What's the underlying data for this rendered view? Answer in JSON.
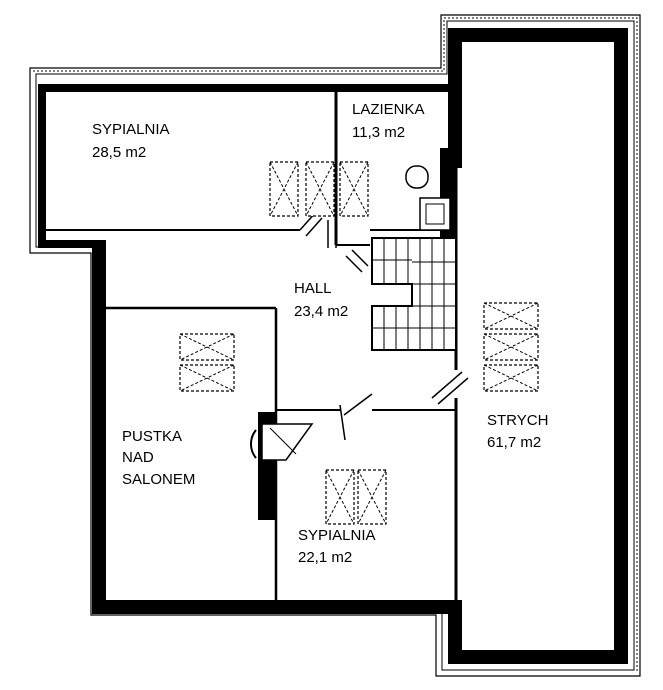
{
  "rooms": {
    "sypialnia_1": {
      "name": "SYPIALNIA",
      "area": "28,5 m2"
    },
    "lazienka": {
      "name": "LAZIENKA",
      "area": "11,3 m2"
    },
    "hall": {
      "name": "HALL",
      "area": "23,4 m2"
    },
    "pustka": {
      "line1": "PUSTKA",
      "line2": "NAD",
      "line3": "SALONEM"
    },
    "strych": {
      "name": "STRYCH",
      "area": "61,7 m2"
    },
    "sypialnia_2": {
      "name": "SYPIALNIA",
      "area": "22,1 m2"
    }
  },
  "colors": {
    "wall": "#000000",
    "background": "#ffffff"
  }
}
